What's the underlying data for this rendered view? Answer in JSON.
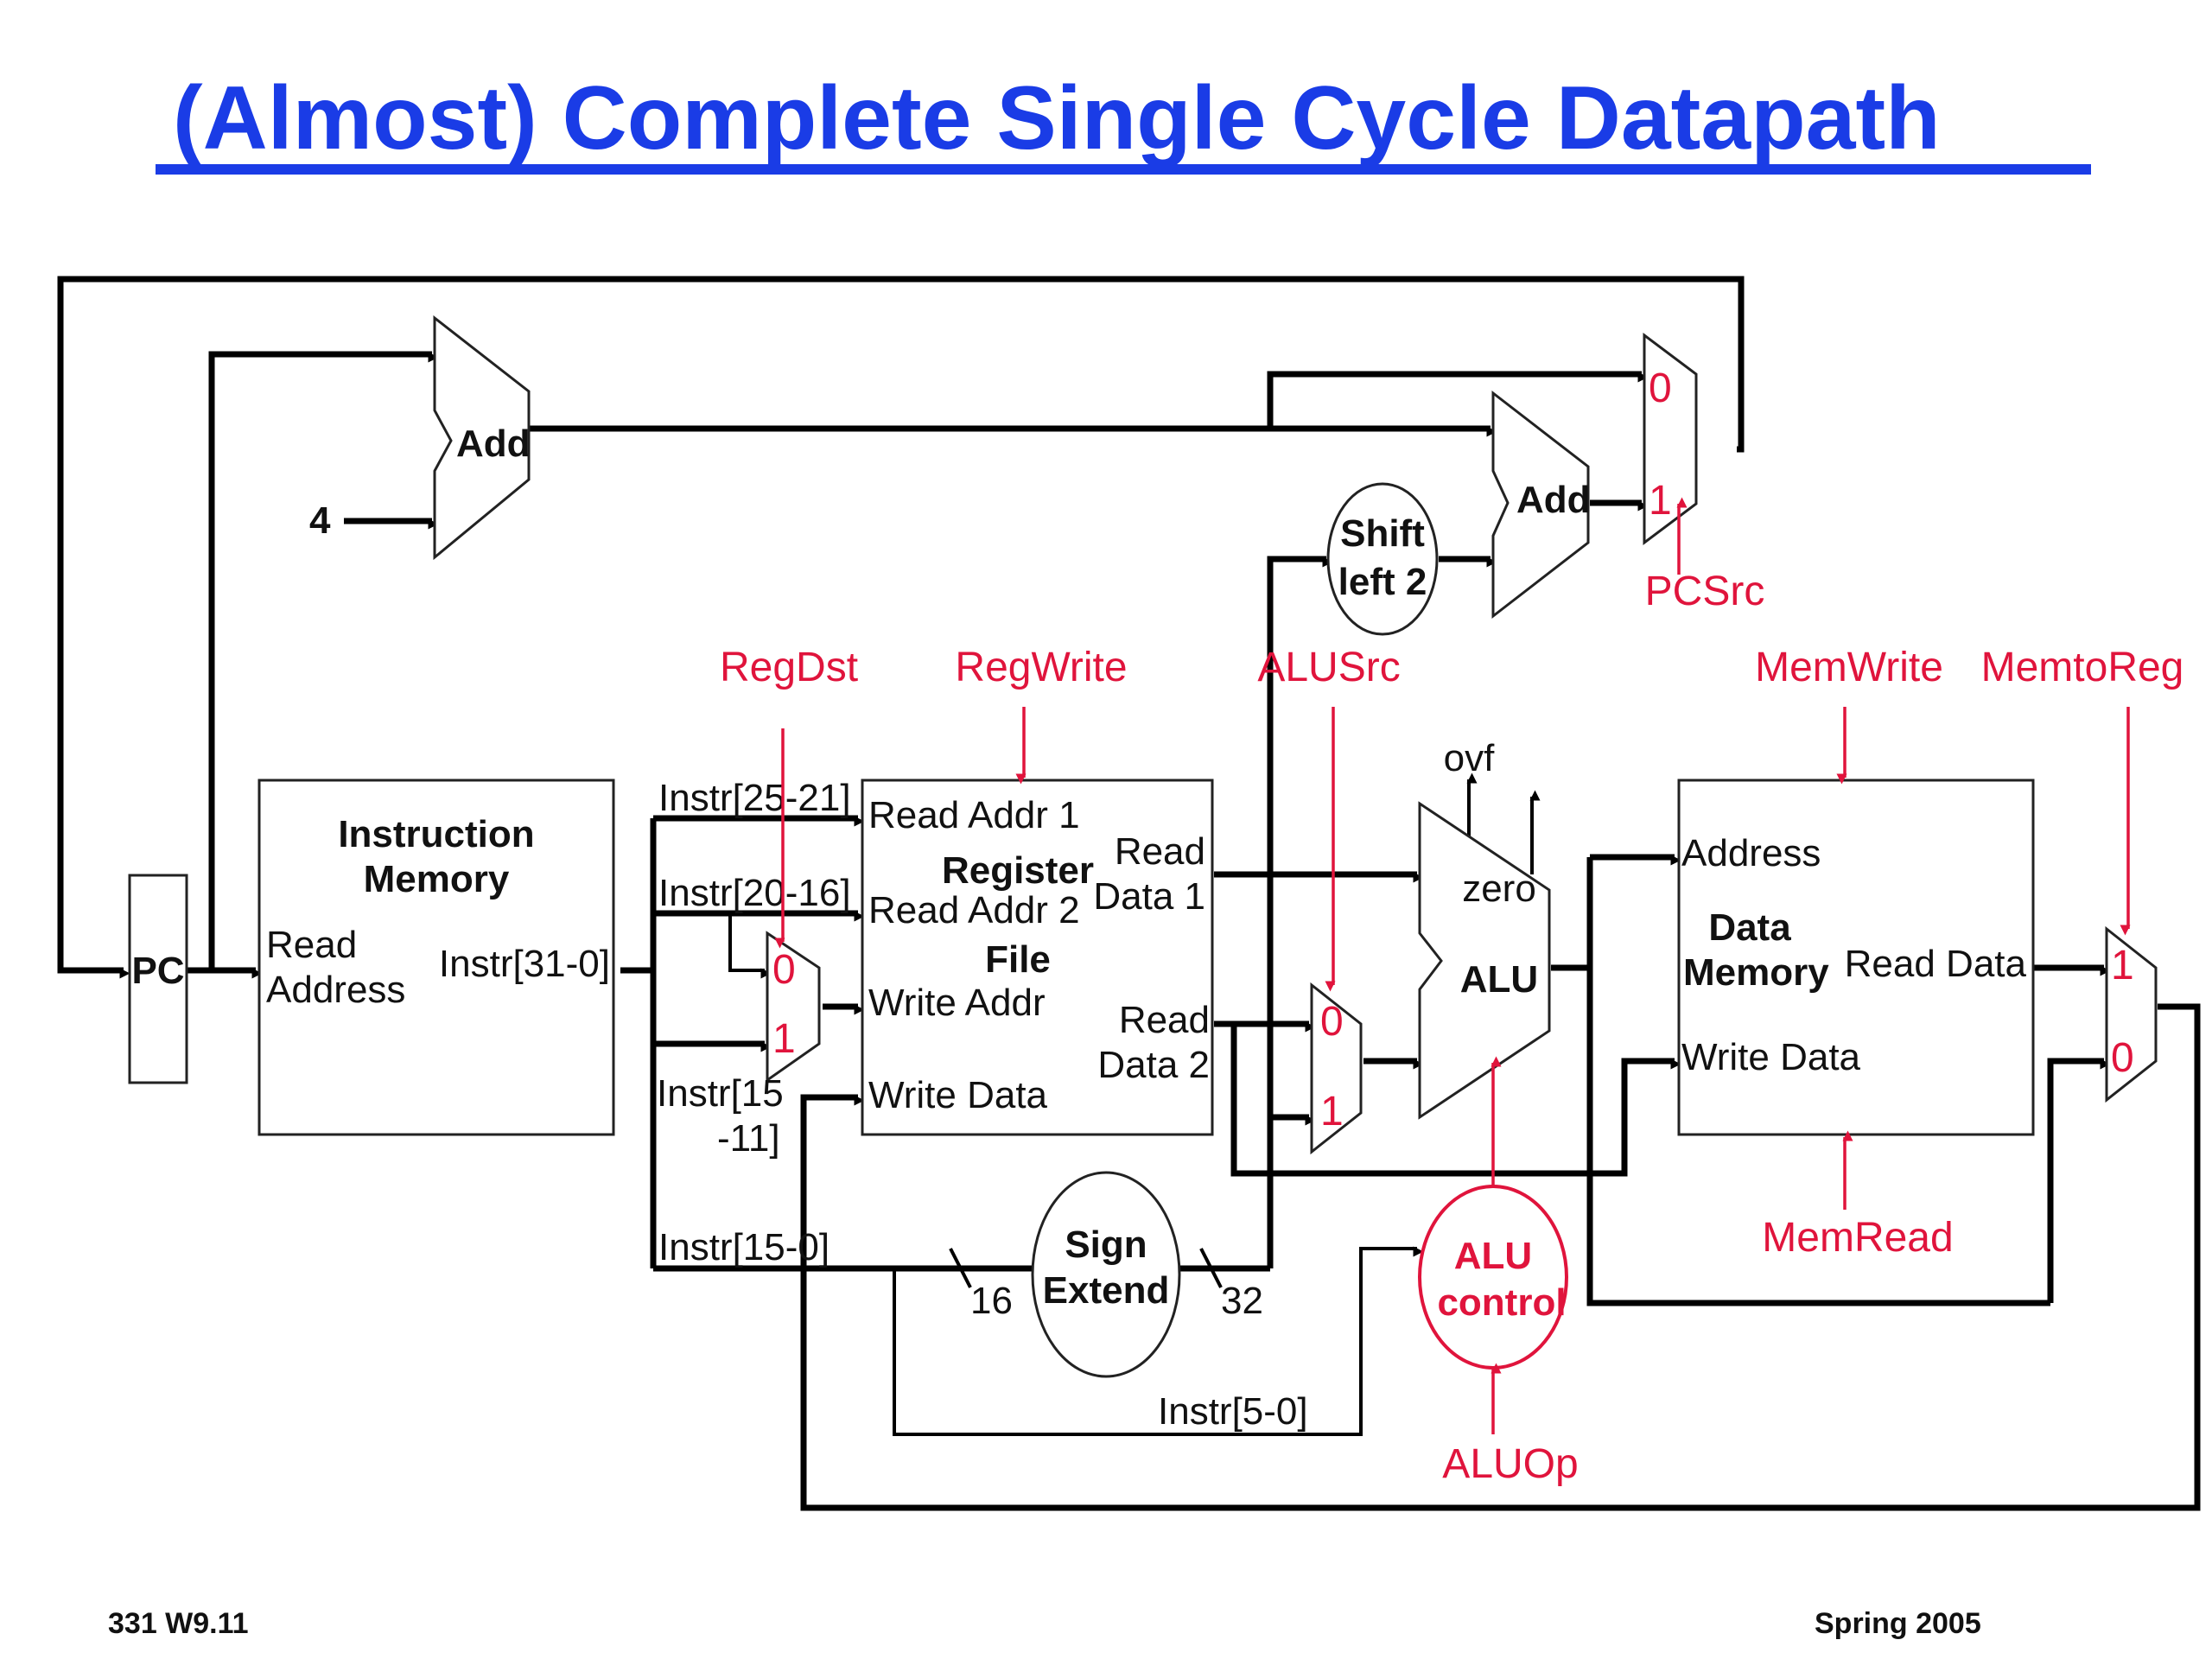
{
  "title": "(Almost) Complete Single Cycle Datapath",
  "footer": {
    "left": "331  W9.11",
    "right": "Spring 2005"
  },
  "colors": {
    "title": "#1a3ce6",
    "control": "#e0143c",
    "wire": "#000000"
  },
  "blocks": {
    "pc": "PC",
    "add_pc": "Add",
    "add_branch": "Add",
    "constant_four": "4",
    "instr_mem": {
      "title1": "Instruction",
      "title2": "Memory",
      "read1": "Read",
      "read2": "Address",
      "out": "Instr[31-0]"
    },
    "reg_file": {
      "title1": "Register",
      "title2": "File",
      "ra1": "Read Addr 1",
      "ra2": "Read Addr 2",
      "wa": "Write Addr",
      "wd": "Write Data",
      "rd1a": "Read",
      "rd1b": "Data 1",
      "rd2a": "Read",
      "rd2b": "Data 2"
    },
    "shift": {
      "l1": "Shift",
      "l2": "left 2"
    },
    "sign_ext": {
      "l1": "Sign",
      "l2": "Extend"
    },
    "alu": {
      "label": "ALU",
      "zero": "zero",
      "ovf": "ovf"
    },
    "alu_control": {
      "l1": "ALU",
      "l2": "control"
    },
    "data_mem": {
      "address": "Address",
      "title1": "Data",
      "title2": "Memory",
      "read_data": "Read Data",
      "write_data": "Write Data"
    }
  },
  "fields": {
    "rs": "Instr[25-21]",
    "rt": "Instr[20-16]",
    "rd1": "Instr[15",
    "rd2": "-11]",
    "imm": "Instr[15-0]",
    "funct": "Instr[5-0]",
    "w16": "16",
    "w32": "32"
  },
  "controls": {
    "regdst": "RegDst",
    "regwrite": "RegWrite",
    "alusrc": "ALUSrc",
    "memwrite": "MemWrite",
    "memtoreg": "MemtoReg",
    "pcsrc": "PCSrc",
    "memread": "MemRead",
    "aluop": "ALUOp"
  },
  "mux_labels": {
    "zero": "0",
    "one": "1"
  }
}
